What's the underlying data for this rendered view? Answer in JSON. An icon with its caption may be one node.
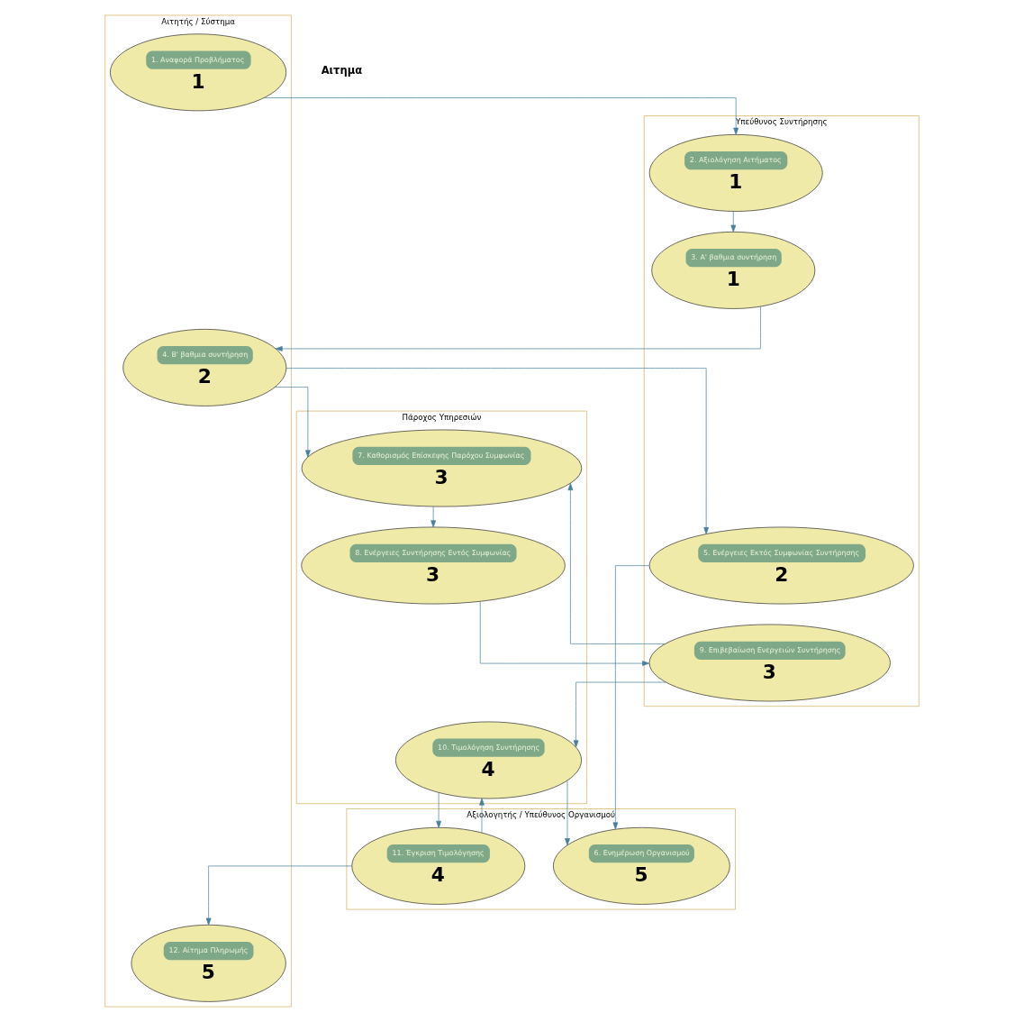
{
  "diagram": {
    "nodes": [
      {
        "text": [
          "Πάροχος Υπηρεσιών"
        ]
      },
      {
        "text": [
          "Αιτητής / Σύστημα"
        ]
      },
      {
        "text": [
          "Υπεύθυνος Συντήρησης"
        ]
      },
      {
        "text": [
          "Αξιολογητής / Υπεύθυνος Οργανισμού"
        ]
      },
      {
        "text": [
          "1. Αναφορά Προβλήματος",
          "1"
        ],
        "in": 1
      },
      {
        "text": [
          "2. Αξιολόγηση Αιτήματος",
          "1"
        ],
        "in": 2
      },
      {
        "text": [
          "3. Α' βαθμια συντήρηση",
          "1"
        ],
        "in": 2
      },
      {
        "text": [
          "4. Β' βαθμια συντήρηση",
          "2"
        ],
        "in": 1
      },
      {
        "text": [
          "5. Ενέργειες Εκτός Συμφωνίας Συντήρησης",
          "2"
        ],
        "in": 2
      },
      {
        "text": [
          "6. Ενημέρωση Οργανισμού",
          "5"
        ],
        "in": 3
      },
      {
        "text": [
          "7. Καθορισμός Επίσκεψης Παρόχου Συμφωνίας",
          "3"
        ],
        "in": 0
      },
      {
        "text": [
          "8. Ενέργειες Συντήρησης Εντός Συμφωνίας",
          "3"
        ],
        "in": 0
      },
      {
        "text": [
          "9. Επιβεβαίωση Ενεργειών Συντήρησης",
          "3"
        ],
        "in": 2
      },
      {
        "text": [
          "10. Τιμολόγηση Συντήρησης",
          "4"
        ],
        "in": 0
      },
      {
        "text": [
          "11. Έγκριση Τιμολόγησης",
          "4"
        ],
        "in": 3
      },
      {
        "text": [
          "12. Αίτημα Πληρωμής",
          "5"
        ],
        "in": 1
      }
    ],
    "edges": [
      {
        "from": 4,
        "to": 5,
        "arrow": "to"
      },
      {
        "from": 5,
        "to": 6,
        "arrow": "to"
      },
      {
        "from": 6,
        "to": 7,
        "arrow": "to"
      },
      {
        "from": 7,
        "to": 8,
        "arrow": "to"
      },
      {
        "from": 7,
        "to": 10,
        "arrow": "to"
      },
      {
        "from": 8,
        "to": 9,
        "arrow": "to"
      },
      {
        "from": 10,
        "to": 11,
        "arrow": "to"
      },
      {
        "from": 11,
        "to": 12,
        "arrow": "to"
      },
      {
        "from": 12,
        "to": 10,
        "arrow": "to"
      },
      {
        "from": 12,
        "to": 13,
        "arrow": "to"
      },
      {
        "from": 13,
        "to": 9,
        "arrow": "to"
      },
      {
        "from": 13,
        "to": 14,
        "arrow": "to"
      },
      {
        "from": 14,
        "to": 13,
        "arrow": "to"
      },
      {
        "from": 14,
        "to": 15,
        "arrow": "to"
      }
    ],
    "labels": [
      "Αιτημα"
    ]
  }
}
